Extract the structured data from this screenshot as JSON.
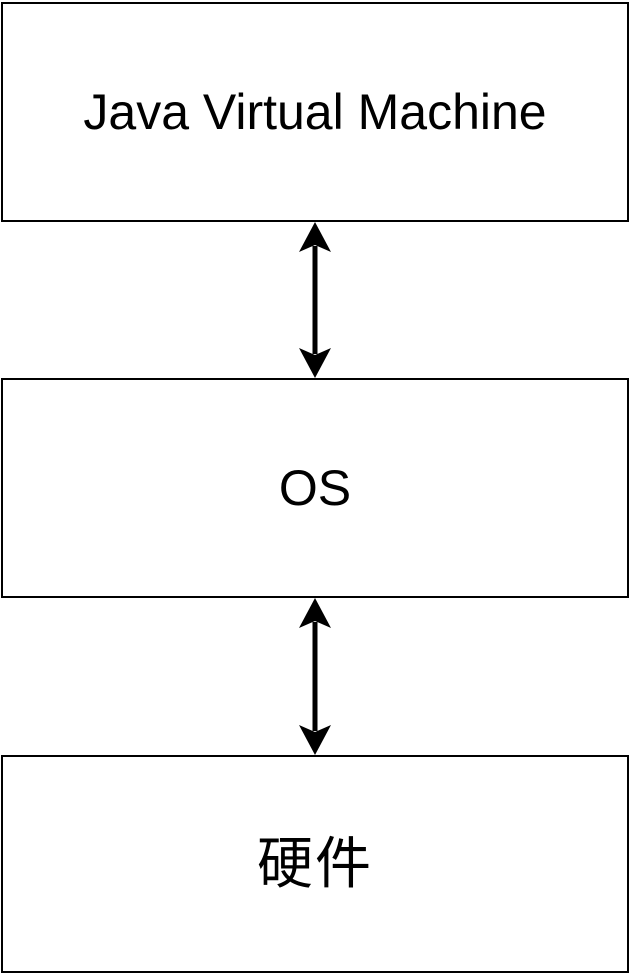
{
  "diagram": {
    "title": "java-vm-os-hardware-stack",
    "background_color": "#ffffff",
    "line_color": "#000000",
    "boxes": [
      {
        "id": "jvm",
        "label": "Java Virtual Machine"
      },
      {
        "id": "os",
        "label": "OS"
      },
      {
        "id": "hardware",
        "label": "硬件"
      }
    ],
    "connectors": [
      {
        "from": "jvm",
        "to": "os",
        "style": "double-headed-arrow"
      },
      {
        "from": "os",
        "to": "hardware",
        "style": "double-headed-arrow"
      }
    ]
  }
}
